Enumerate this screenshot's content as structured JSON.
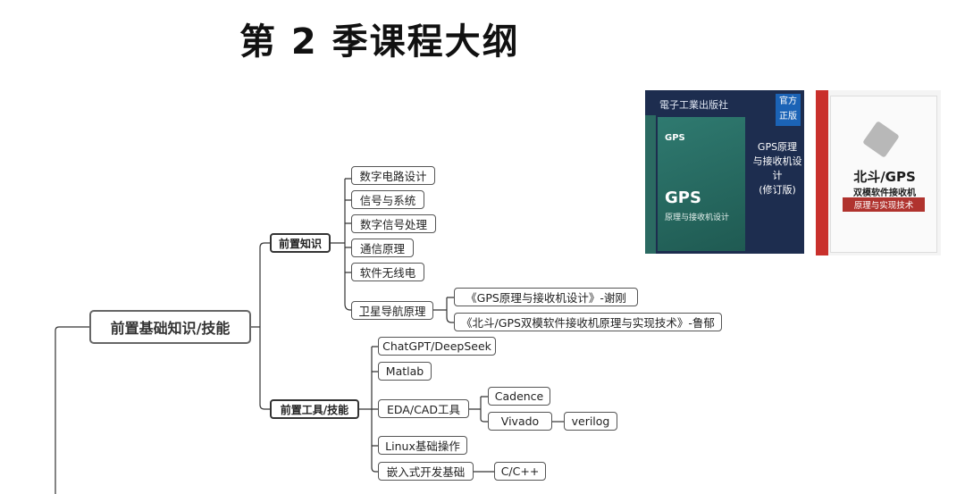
{
  "title": "第 2 季课程大纲",
  "root": "前置基础知识/技能",
  "branches": {
    "knowledge": "前置知识",
    "tools": "前置工具/技能"
  },
  "knowledge_items": [
    "数字电路设计",
    "信号与系统",
    "数字信号处理",
    "通信原理",
    "软件无线电",
    "卫星导航原理"
  ],
  "satnav_books": [
    "《GPS原理与接收机设计》-谢刚",
    "《北斗/GPS双模软件接收机原理与实现技术》-鲁郁"
  ],
  "tool_items": [
    "ChatGPT/DeepSeek",
    "Matlab",
    "EDA/CAD工具",
    "Linux基础操作",
    "嵌入式开发基础"
  ],
  "eda_items": [
    "Cadence",
    "Vivado"
  ],
  "vivado_child": "verilog",
  "embedded_child": "C/C++",
  "book_covers": {
    "book1": {
      "publisher": "電子工業出版社",
      "badge": [
        "官方",
        "正版"
      ],
      "gps_small": "GPS",
      "gps_big": "GPS",
      "subtitle": "原理与接收机设计",
      "right_title": [
        "GPS原理",
        "与接收机设计",
        "(修订版)"
      ]
    },
    "book2": {
      "title": "北斗/GPS",
      "subtitle": "双模软件接收机",
      "band": "原理与实现技术"
    }
  }
}
